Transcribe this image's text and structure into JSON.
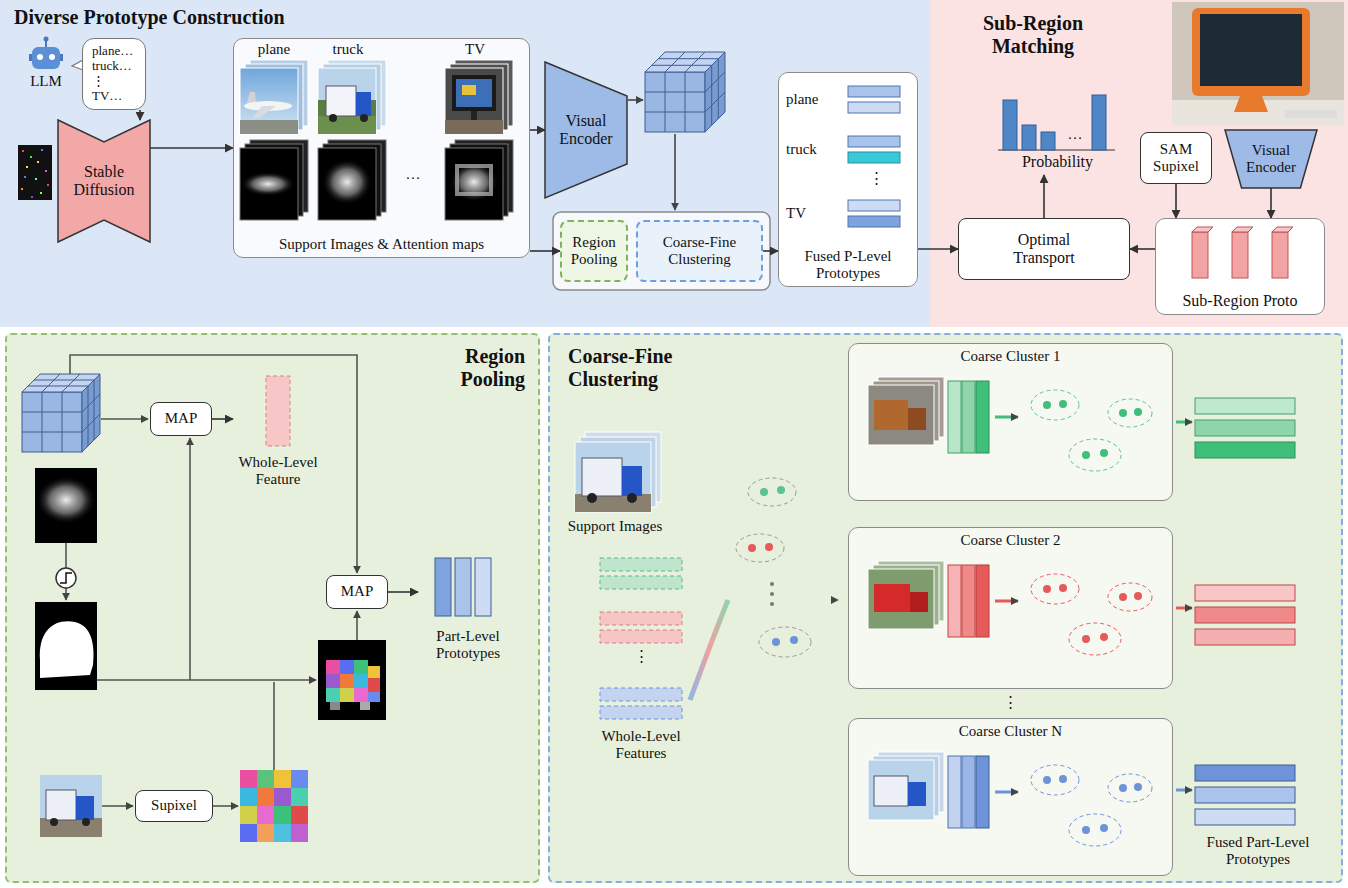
{
  "diagram": {
    "nodes": [
      {
        "text": [
          "Diverse Prototype Construction"
        ]
      },
      {
        "text": [
          "plane… truck… ⋮ TV…"
        ],
        "in": 0
      },
      {
        "text": [
          "Stable Diffusion"
        ],
        "in": 0
      },
      {
        "text": [
          "Support Images & Attention maps"
        ],
        "in": 0
      },
      {
        "text": [
          "Visual Encoder"
        ],
        "in": 0
      },
      {
        "text": [
          "Region Pooling"
        ],
        "in": 0
      },
      {
        "text": [
          "Coarse-Fine Clustering"
        ],
        "in": 0
      },
      {
        "text": [
          "Fused P-Level Prototypes"
        ],
        "in": 0
      },
      {
        "text": [
          "Sub-Region Matching"
        ]
      },
      {
        "text": [
          "Probability"
        ],
        "in": 8
      },
      {
        "text": [
          "SAM Supixel"
        ],
        "in": 8
      },
      {
        "text": [
          "Visual Encoder"
        ],
        "in": 8
      },
      {
        "text": [
          "Optimal Transport"
        ],
        "in": 8
      },
      {
        "text": [
          "Sub-Region Proto"
        ],
        "in": 8
      },
      {
        "text": [
          "Region Pooling"
        ]
      },
      {
        "text": [
          "MAP"
        ],
        "in": 14
      },
      {
        "text": [
          "Whole-Level Feature"
        ],
        "in": 14
      },
      {
        "text": [
          "MAP"
        ],
        "in": 14
      },
      {
        "text": [
          "Part-Level Prototypes"
        ],
        "in": 14
      },
      {
        "text": [
          "Supixel"
        ],
        "in": 14
      },
      {
        "text": [
          "Coarse-Fine Clustering"
        ]
      },
      {
        "text": [
          "Coarse Cluster 1"
        ],
        "in": 20
      },
      {
        "text": [
          "Coarse Cluster 2"
        ],
        "in": 20
      },
      {
        "text": [
          "Coarse Cluster N"
        ],
        "in": 20
      }
    ],
    "edges": [
      {
        "from": 1,
        "to": 2,
        "arrow": "to"
      },
      {
        "from": 2,
        "to": 3,
        "arrow": "to"
      },
      {
        "from": 3,
        "to": 4,
        "arrow": "to"
      },
      {
        "from": 3,
        "to": 5,
        "arrow": "to"
      },
      {
        "from": 6,
        "to": 7,
        "arrow": "to"
      },
      {
        "from": 7,
        "to": 12,
        "arrow": "to"
      },
      {
        "from": 13,
        "to": 12,
        "arrow": "to"
      },
      {
        "from": 12,
        "to": 9,
        "arrow": "to"
      },
      {
        "from": 10,
        "to": 13,
        "arrow": "to"
      },
      {
        "from": 11,
        "to": 13,
        "arrow": "to"
      },
      {
        "from": 15,
        "to": 16,
        "arrow": "to"
      },
      {
        "from": 17,
        "to": 18,
        "arrow": "to"
      }
    ],
    "labels": [
      "LLM",
      "plane",
      "truck",
      "TV",
      "…",
      "plane",
      "truck",
      "⋮",
      "TV",
      "…",
      "Support Images",
      "⋮",
      "Whole-Level Features",
      "⋮",
      "Fused Part-Level Prototypes"
    ]
  }
}
